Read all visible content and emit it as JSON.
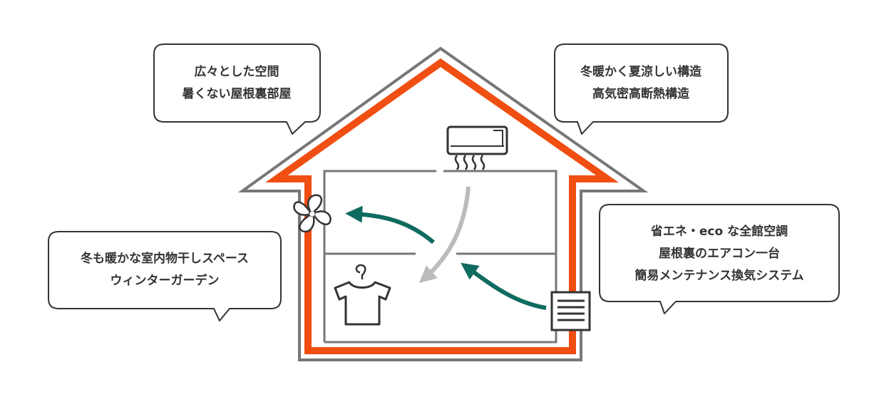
{
  "callouts": {
    "attic": {
      "line1": "広々とした空間",
      "line2": "暑くない屋根裏部屋"
    },
    "structure": {
      "line1": "冬暖かく夏涼しい構造",
      "line2": "高気密高断熱構造"
    },
    "laundry": {
      "line1": "冬も暖かな室内物干しスペース",
      "line2": "ウィンターガーデン"
    },
    "aircon": {
      "line1": "省エネ・eco な全館空調",
      "line2": "屋根裏のエアコン一台",
      "line3": "簡易メンテナンス換気システム"
    }
  },
  "icons": [
    "fan-icon",
    "air-conditioner-icon",
    "shirt-hanger-icon",
    "vent-icon"
  ],
  "colors": {
    "insulation": "#F04E12",
    "outline": "#777777",
    "airflow_green": "#0E6B5F",
    "airflow_gray": "#BBBBBB"
  }
}
